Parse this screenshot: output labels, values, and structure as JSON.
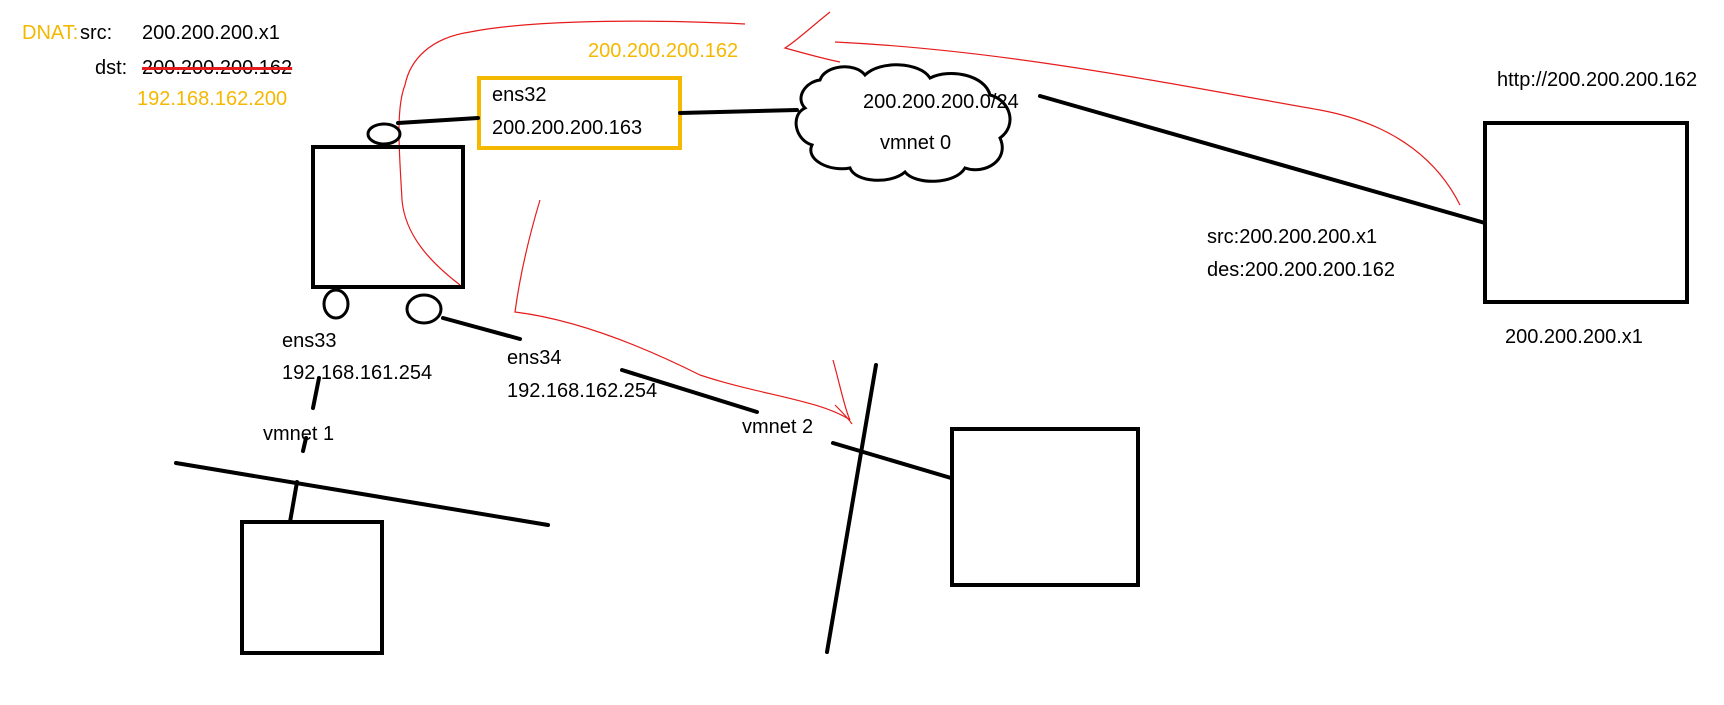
{
  "dnat": {
    "tag": "DNAT:",
    "src_key": "src:",
    "src_value": "200.200.200.x1",
    "dst_key": "dst:",
    "dst_old": "200.200.200.162",
    "dst_new": "192.168.162.200"
  },
  "ens32_public_ip": "200.200.200.162",
  "ens32": {
    "name": "ens32",
    "ip": "200.200.200.163"
  },
  "vmnet0": {
    "subnet": "200.200.200.0/24",
    "name": "vmnet  0"
  },
  "client": {
    "url": "http://200.200.200.162",
    "packet_src": "src:200.200.200.x1",
    "packet_dst": "des:200.200.200.162",
    "ip": "200.200.200.x1"
  },
  "ens33": {
    "name": "ens33",
    "ip": "192.168.161.254"
  },
  "ens34": {
    "name": "ens34",
    "ip": "192.168.162.254"
  },
  "vmnet1": {
    "name": "vmnet  1"
  },
  "vmnet2": {
    "name": "vmnet  2"
  },
  "colors": {
    "accent": "#f5b800",
    "path": "#e61c1c",
    "ink": "#000000"
  }
}
